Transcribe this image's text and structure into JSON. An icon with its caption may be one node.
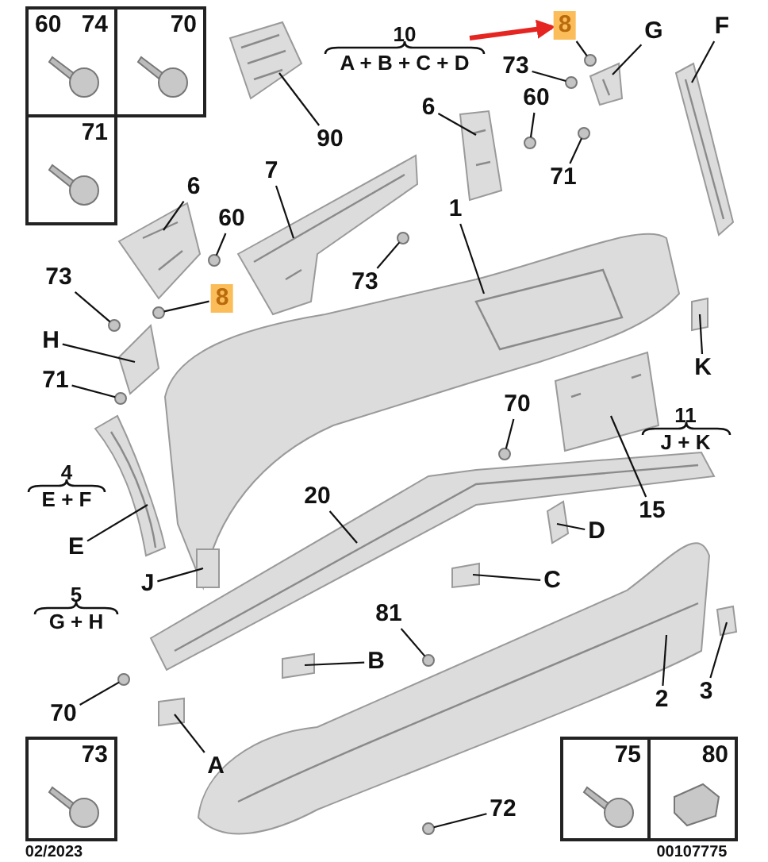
{
  "diagram": {
    "nodes": [
      {
        "text": [
          "60",
          "74"
        ]
      },
      {
        "text": [
          "70"
        ]
      },
      {
        "text": [
          "71"
        ]
      },
      {
        "text": [
          "8"
        ]
      },
      {
        "text": [
          "G"
        ]
      },
      {
        "text": [
          "F"
        ]
      },
      {
        "text": [
          "73"
        ]
      },
      {
        "text": [
          "60"
        ]
      },
      {
        "text": [
          "6"
        ]
      },
      {
        "text": [
          "90"
        ]
      },
      {
        "text": [
          "71"
        ]
      },
      {
        "text": [
          "7"
        ]
      },
      {
        "text": [
          "6"
        ]
      },
      {
        "text": [
          "1"
        ]
      },
      {
        "text": [
          "60"
        ]
      },
      {
        "text": [
          "73"
        ]
      },
      {
        "text": [
          "8"
        ]
      },
      {
        "text": [
          "73"
        ]
      },
      {
        "text": [
          "H"
        ]
      },
      {
        "text": [
          "K"
        ]
      },
      {
        "text": [
          "71"
        ]
      },
      {
        "text": [
          "70"
        ]
      },
      {
        "text": [
          "15"
        ]
      },
      {
        "text": [
          "20"
        ]
      },
      {
        "text": [
          "D"
        ]
      },
      {
        "text": [
          "E"
        ]
      },
      {
        "text": [
          "C"
        ]
      },
      {
        "text": [
          "J"
        ]
      },
      {
        "text": [
          "81"
        ]
      },
      {
        "text": [
          "B"
        ]
      },
      {
        "text": [
          "3"
        ]
      },
      {
        "text": [
          "2"
        ]
      },
      {
        "text": [
          "70"
        ]
      },
      {
        "text": [
          "A"
        ]
      },
      {
        "text": [
          "72"
        ]
      },
      {
        "text": [
          "73"
        ]
      },
      {
        "text": [
          "75"
        ]
      },
      {
        "text": [
          "80"
        ]
      },
      {
        "text": [],
        "shape": "circle"
      },
      {
        "text": [],
        "shape": "picture"
      },
      {
        "text": [],
        "shape": "picture"
      },
      {
        "text": [],
        "shape": "circle"
      },
      {
        "text": [],
        "shape": "circle"
      },
      {
        "text": [],
        "shape": "picture"
      },
      {
        "text": [],
        "shape": "picture"
      },
      {
        "text": [],
        "shape": "circle"
      },
      {
        "text": [],
        "shape": "picture"
      },
      {
        "text": [],
        "shape": "picture"
      },
      {
        "text": [],
        "shape": "picture"
      },
      {
        "text": [],
        "shape": "circle"
      },
      {
        "text": [],
        "shape": "circle"
      },
      {
        "text": [],
        "shape": "circle"
      },
      {
        "text": [],
        "shape": "circle"
      },
      {
        "text": [],
        "shape": "box"
      },
      {
        "text": [],
        "shape": "box"
      },
      {
        "text": [],
        "shape": "circle"
      },
      {
        "text": [],
        "shape": "circle"
      },
      {
        "text": [],
        "shape": "picture"
      },
      {
        "text": [],
        "shape": "picture"
      },
      {
        "text": [],
        "shape": "box"
      },
      {
        "text": [],
        "shape": "picture"
      },
      {
        "text": [],
        "shape": "box"
      },
      {
        "text": [],
        "shape": "box"
      },
      {
        "text": [],
        "shape": "circle"
      },
      {
        "text": [],
        "shape": "box"
      },
      {
        "text": [],
        "shape": "box"
      },
      {
        "text": [],
        "shape": "picture"
      },
      {
        "text": [],
        "shape": "circle"
      },
      {
        "text": [],
        "shape": "box"
      },
      {
        "text": [],
        "shape": "circle"
      }
    ],
    "edges": [
      {
        "from": null,
        "to": 3,
        "arrow": "to",
        "style": "thick",
        "color": "#e52521"
      },
      {
        "from": 3,
        "to": 38,
        "arrow": "none"
      },
      {
        "from": 4,
        "to": 39,
        "arrow": "none"
      },
      {
        "from": 5,
        "to": 40,
        "arrow": "none"
      },
      {
        "from": 6,
        "to": 41,
        "arrow": "none"
      },
      {
        "from": 7,
        "to": 42,
        "arrow": "none"
      },
      {
        "from": 8,
        "to": 43,
        "arrow": "none"
      },
      {
        "from": 9,
        "to": 44,
        "arrow": "none"
      },
      {
        "from": 10,
        "to": 45,
        "arrow": "none"
      },
      {
        "from": 11,
        "to": 46,
        "arrow": "none"
      },
      {
        "from": 12,
        "to": 47,
        "arrow": "none"
      },
      {
        "from": 13,
        "to": 48,
        "arrow": "none"
      },
      {
        "from": 14,
        "to": 49,
        "arrow": "none"
      },
      {
        "from": 15,
        "to": 50,
        "arrow": "none"
      },
      {
        "from": 16,
        "to": 51,
        "arrow": "none"
      },
      {
        "from": 17,
        "to": 52,
        "arrow": "none"
      },
      {
        "from": 18,
        "to": 53,
        "arrow": "none"
      },
      {
        "from": 19,
        "to": 54,
        "arrow": "none"
      },
      {
        "from": 20,
        "to": 55,
        "arrow": "none"
      },
      {
        "from": 21,
        "to": 56,
        "arrow": "none"
      },
      {
        "from": 22,
        "to": 57,
        "arrow": "none"
      },
      {
        "from": 23,
        "to": 58,
        "arrow": "none"
      },
      {
        "from": 24,
        "to": 59,
        "arrow": "none"
      },
      {
        "from": 25,
        "to": 60,
        "arrow": "none"
      },
      {
        "from": 26,
        "to": 61,
        "arrow": "none"
      },
      {
        "from": 27,
        "to": 62,
        "arrow": "none"
      },
      {
        "from": 28,
        "to": 63,
        "arrow": "none"
      },
      {
        "from": 29,
        "to": 64,
        "arrow": "none"
      },
      {
        "from": 30,
        "to": 65,
        "arrow": "none"
      },
      {
        "from": 31,
        "to": 66,
        "arrow": "none"
      },
      {
        "from": 32,
        "to": 67,
        "arrow": "none"
      },
      {
        "from": 33,
        "to": 68,
        "arrow": "none"
      },
      {
        "from": 34,
        "to": 69,
        "arrow": "none"
      }
    ],
    "labels": [
      "10",
      "A + B + C + D",
      "11",
      "J + K",
      "4",
      "E + F",
      "5",
      "G + H",
      "02/2023",
      "00107775"
    ]
  }
}
